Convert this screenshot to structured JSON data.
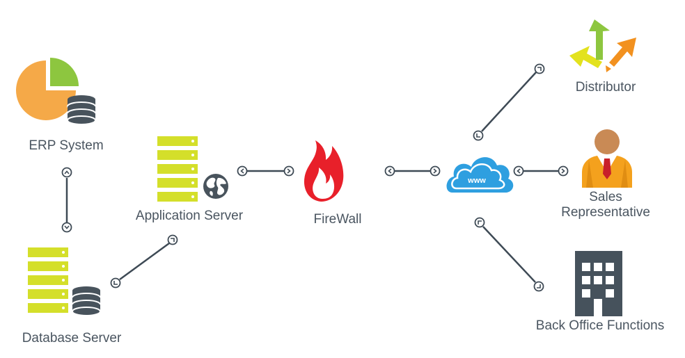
{
  "nodes": {
    "erp_system": {
      "label": "ERP System"
    },
    "database_server": {
      "label": "Database Server"
    },
    "application_server": {
      "label": "Application Server"
    },
    "firewall": {
      "label": "FireWall"
    },
    "internet": {
      "label": "www"
    },
    "distributor": {
      "label": "Distributor"
    },
    "sales_representative": {
      "label_line1": "Sales",
      "label_line2": "Representative"
    },
    "back_office": {
      "label": "Back Office Functions"
    }
  },
  "colors": {
    "connector": "#3e4a55",
    "server_green": "#d4df2a",
    "pie_orange": "#f5a948",
    "pie_green": "#8dc63f",
    "database_dark": "#48535c",
    "firewall_red": "#e8202a",
    "cloud_blue": "#2e9fe0",
    "building_dark": "#46525c",
    "person_tan": "#c98a55",
    "person_orange": "#f4a11d",
    "text": "#4a5560"
  },
  "icons": [
    "pie-chart-icon",
    "database-icon",
    "server-rack-icon",
    "globe-icon",
    "flame-icon",
    "cloud-icon",
    "arrows-icon",
    "person-icon",
    "building-icon"
  ]
}
